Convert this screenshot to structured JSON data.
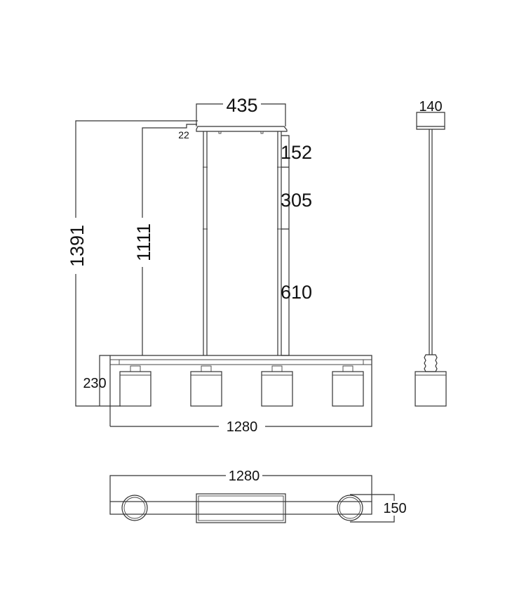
{
  "drawing": {
    "front_view": {
      "canopy_width": "435",
      "canopy_offset": "22",
      "overall_height": "1391",
      "rod_drop_height": "1111",
      "rod_segments": [
        "152",
        "305",
        "610"
      ],
      "body_height": "230",
      "overall_length": "1280",
      "lamp_count": 4
    },
    "side_view": {
      "canopy_depth": "140"
    },
    "top_view": {
      "overall_length": "1280",
      "overall_width": "150"
    }
  }
}
